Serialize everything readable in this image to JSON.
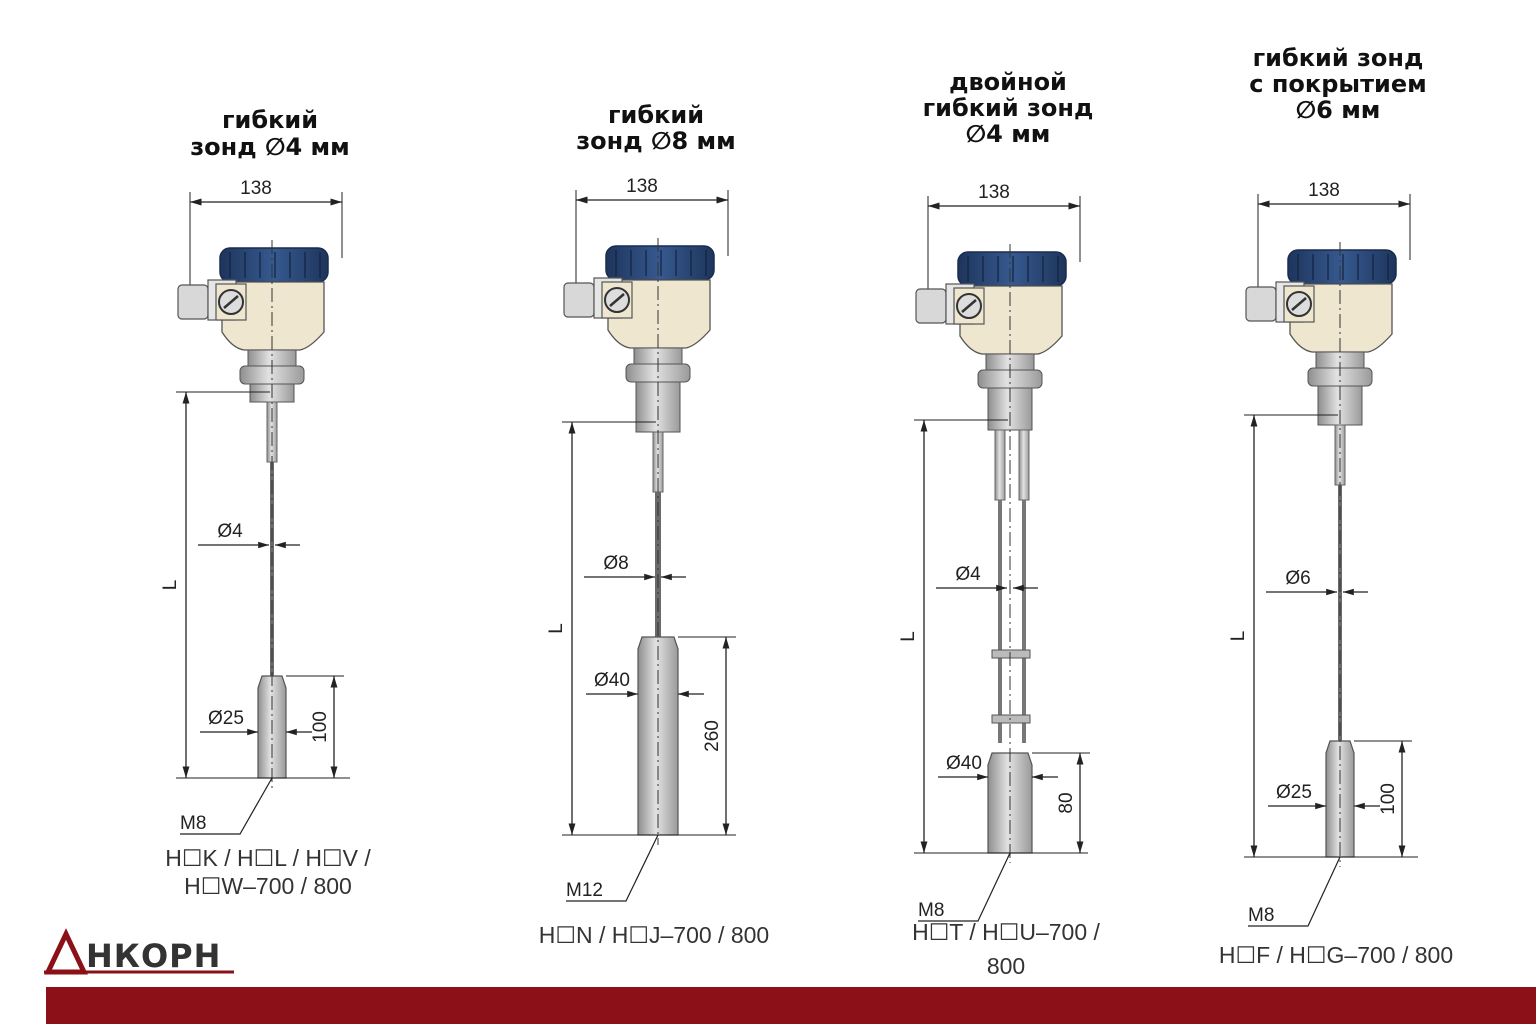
{
  "brand": {
    "name": "АНКОРН",
    "bar_color": "#8b1018",
    "cap_color": "#2b4a7a",
    "body_color": "#efe6cf"
  },
  "probes": [
    {
      "title_lines": [
        "гибкий",
        "зонд ∅4 мм"
      ],
      "width_label": "138",
      "length_label": "L",
      "rod_dia_label": "Ø4",
      "weight_dia_label": "Ø25",
      "weight_height_label": "100",
      "thread_label": "M8",
      "model_lines": [
        "H☐K / H☐L / H☐V /",
        "H☐W–700 / 800"
      ]
    },
    {
      "title_lines": [
        "гибкий",
        "зонд ∅8 мм"
      ],
      "width_label": "138",
      "length_label": "L",
      "rod_dia_label": "Ø8",
      "weight_dia_label": "Ø40",
      "weight_height_label": "260",
      "thread_label": "M12",
      "model_lines": [
        "H☐N / H☐J–700 / 800"
      ]
    },
    {
      "title_lines": [
        "двойной",
        "гибкий зонд",
        "∅4 мм"
      ],
      "width_label": "138",
      "length_label": "L",
      "rod_dia_label": "Ø4",
      "weight_dia_label": "Ø40",
      "weight_height_label": "80",
      "thread_label": "M8",
      "model_lines": [
        "H☐T / H☐U–700 /",
        "800"
      ]
    },
    {
      "title_lines": [
        "гибкий зонд",
        "с покрытием",
        "∅6 мм"
      ],
      "width_label": "138",
      "length_label": "L",
      "rod_dia_label": "Ø6",
      "weight_dia_label": "Ø25",
      "weight_height_label": "100",
      "thread_label": "M8",
      "model_lines": [
        "H☐F / H☐G–700 / 800"
      ]
    }
  ]
}
